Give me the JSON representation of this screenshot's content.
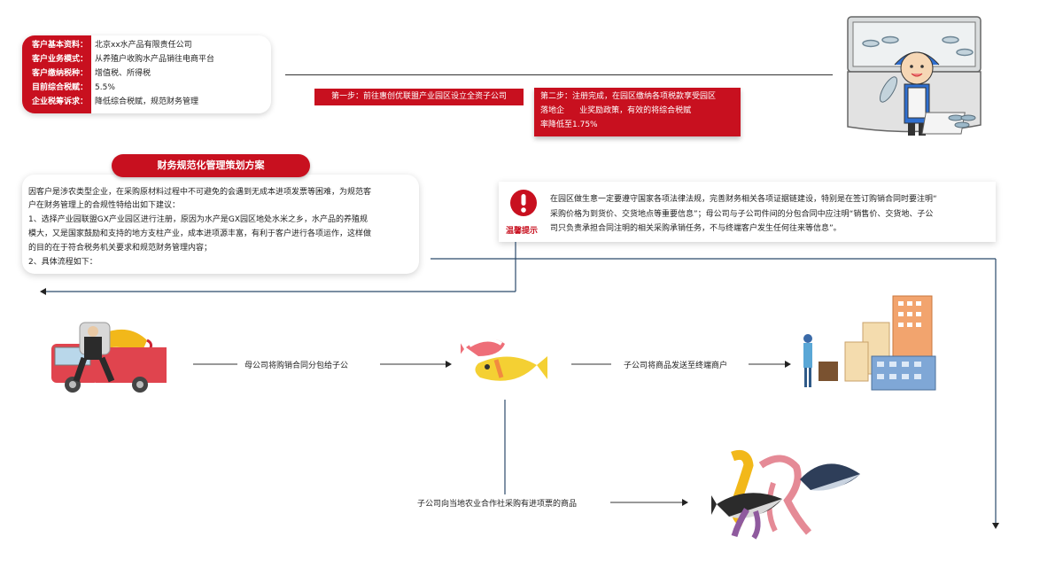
{
  "customer": {
    "rows": [
      {
        "label": "客户基本资料：",
        "value": "北京xx水产品有限责任公司"
      },
      {
        "label": "客户业务模式：",
        "value": "从养殖户收购水产品销往电商平台"
      },
      {
        "label": "客户缴纳税种：",
        "value": "增值税、所得税"
      },
      {
        "label": "目前综合税赋：",
        "value": "5.5%"
      },
      {
        "label": "企业税筹诉求：",
        "value": "降低综合税赋，规范财务管理"
      }
    ]
  },
  "steps": {
    "step1": "第一步：前往惠创优联盟产业园区设立全资子公司",
    "step2_lines": [
      "第二步：注册完成，在园区缴纳各项税款享受园区",
      "落地企      业奖励政策，有效的将综合税赋",
      "率降低至1.75%"
    ]
  },
  "plan": {
    "title": "财务规范化管理策划方案",
    "lines": [
      "因客户是涉农类型企业，在采购原材料过程中不可避免的会遇到无成本进项发票等困难，为规范客",
      "户在财务管理上的合规性特给出如下建议：",
      "1、选择产业园联盟GX产业园区进行注册，原因为水产是GX园区地处水米之乡，水产品的养殖规",
      "模大，又是国家鼓励和支持的地方支柱产业，成本进项源丰富，有利于客户进行各项运作，这样做",
      "的目的在于符合税务机关要求和规范财务管理内容；",
      "2、具体流程如下："
    ]
  },
  "tip": {
    "label": "温馨提示",
    "lines": [
      "在园区做生意一定要遵守国家各项法律法规，完善财务相关各项证据链建设，特别是在签订购销合同时要注明“",
      "采购价格为到货价、交货地点等重要信息”；母公司与子公司件间的分包合同中应注明“销售价、交货地、子公",
      "司只负责承担合同注明的相关采购承销任务，不与终端客户发生任何往来等信息”。"
    ]
  },
  "flow": {
    "parent_to_sub": "母公司将购销合同分包给子公",
    "sub_to_merchant": "子公司将商品发送至终端商户",
    "sub_purchase": "子公司向当地农业合作社采购有进项票的商品"
  },
  "colors": {
    "accent": "#c8101f",
    "line": "#2a4a6b"
  },
  "icons": [
    "truck-boss-illustration",
    "fish-illustration",
    "city-merchant-illustration",
    "sea-creatures-illustration",
    "fishmonger-illustration",
    "exclamation-icon"
  ]
}
